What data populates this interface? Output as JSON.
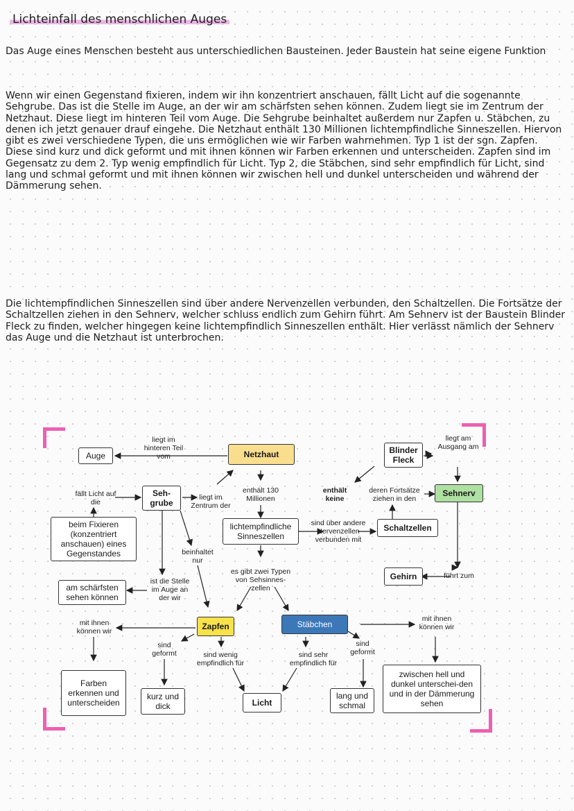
{
  "title": "Lichteinfall des menschlichen Auges",
  "paragraphs": [
    "Das Auge eines Menschen besteht aus unterschiedlichen Bausteinen. Jeder Baustein hat seine eigene Funktion",
    "Wenn wir einen Gegenstand fixieren, indem wir ihn konzentriert anschauen, fällt Licht auf die sogenannte Sehgrube. Das ist die Stelle im Auge, an der wir am schärfsten sehen können. Zudem liegt sie im Zentrum der Netzhaut. Diese liegt im hinteren Teil vom Auge. Die Sehgrube beinhaltet außerdem nur Zapfen u. Stäbchen, zu denen ich jetzt genauer drauf eingehe. Die Netzhaut enthält 130 Millionen lichtempfindliche Sinneszellen. Hiervon gibt es zwei verschiedene Typen, die uns ermöglichen wie wir Farben wahrnehmen. Typ 1 ist der sgn. Zapfen. Diese sind kurz und dick geformt und mit ihnen können wir Farben erkennen und unterscheiden. Zapfen sind im Gegensatz zu dem 2. Typ wenig empfindlich für Licht. Typ 2, die Stäbchen, sind sehr empfindlich für Licht, sind lang und schmal geformt und mit ihnen können wir zwischen hell und dunkel unterscheiden und während der Dämmerung sehen.",
    "Die lichtempfindlichen Sinneszellen sind über andere Nervenzellen verbunden, den Schaltzellen. Die Fortsätze der Schaltzellen ziehen in den Sehnerv, welcher schluss endlich zum Gehirn führt. Am Sehnerv ist der Baustein Blinder Fleck zu finden, welcher hingegen keine lichtempfindlich Sinneszellen enthält. Hier verlässt nämlich der Sehnerv das Auge und die Netzhaut ist unterbrochen."
  ],
  "concept_map": {
    "nodes": {
      "auge": "Auge",
      "netzhaut": "Netzhaut",
      "blinder_fleck": "Blinder Fleck",
      "sehnerv": "Sehnerv",
      "sehgrube": "Seh-grube",
      "fixieren": "beim Fixieren (konzentriert anschauen) eines Gegenstandes",
      "sinneszellen": "lichtempfindliche Sinneszellen",
      "schaltzellen": "Schaltzellen",
      "gehirn": "Gehirn",
      "schaerfsten": "am schärfsten sehen können",
      "zapfen": "Zapfen",
      "staebchen": "Stäbchen",
      "farben": "Farben erkennen und unterscheiden",
      "kurz_dick": "kurz und dick",
      "licht": "Licht",
      "lang_schmal": "lang und schmal",
      "hell_dunkel": "zwischen hell und dunkel unterschei-den und in der Dämmerung sehen"
    },
    "labels": {
      "liegt_hinteren": "liegt im hinteren Teil vom",
      "liegt_ausgang": "liegt am Ausgang am",
      "faellt_licht": "fällt Licht auf die",
      "liegt_zentrum": "liegt im Zentrum der",
      "enthaelt_130": "enthält 130 Millionen",
      "enthaelt_keine": "enthält keine",
      "fortsaetze": "deren Fortsätze ziehen in den",
      "sind_ueber": "sind über andere Nervenzellen verbunden mit",
      "beinhaltet_nur": "beinhaltet nur",
      "ist_stelle": "ist die Stelle im Auge an der wir",
      "zwei_typen": "es gibt zwei Typen von Sehsinnes-zellen",
      "fuehrt_zum": "führt zum",
      "koennen_links": "mit ihnen können wir",
      "koennen_rechts": "mit ihnen können wir",
      "sind_geformt_l": "sind geformt",
      "sind_geformt_r": "sind geformt",
      "wenig": "sind wenig empfindlich für",
      "sehr": "sind sehr empfindlich für"
    }
  },
  "colors": {
    "highlight": "#e9b6e4",
    "corner_marks": "#ee5fb1",
    "netzhaut": "#f9de8e",
    "zapfen": "#f7e24a",
    "staebchen": "#3c78b8",
    "sehnerv": "#aee0a2"
  }
}
